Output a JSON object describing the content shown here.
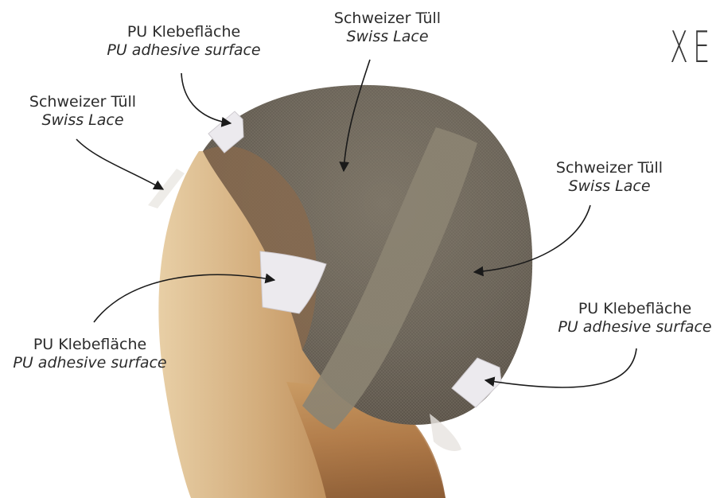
{
  "brand": {
    "text": "XEN"
  },
  "annotations": [
    {
      "id": "pu-top",
      "de": "PU Klebefläche",
      "en": "PU adhesive surface"
    },
    {
      "id": "lace-top",
      "de": "Schweizer Tüll",
      "en": "Swiss Lace"
    },
    {
      "id": "lace-left",
      "de": "Schweizer Tüll",
      "en": "Swiss Lace"
    },
    {
      "id": "lace-right",
      "de": "Schweizer Tüll",
      "en": "Swiss Lace"
    },
    {
      "id": "pu-left",
      "de": "PU Klebefläche",
      "en": "PU adhesive surface"
    },
    {
      "id": "pu-right",
      "de": "PU Klebefläche",
      "en": "PU adhesive surface"
    }
  ],
  "colors": {
    "lace": "#6a6358",
    "lace_band": "#8c8472",
    "hair_light": "#d8b88a",
    "hair_dark": "#9c6a3e",
    "adhesive": "#ece9ec",
    "text": "#2b2b2b"
  }
}
